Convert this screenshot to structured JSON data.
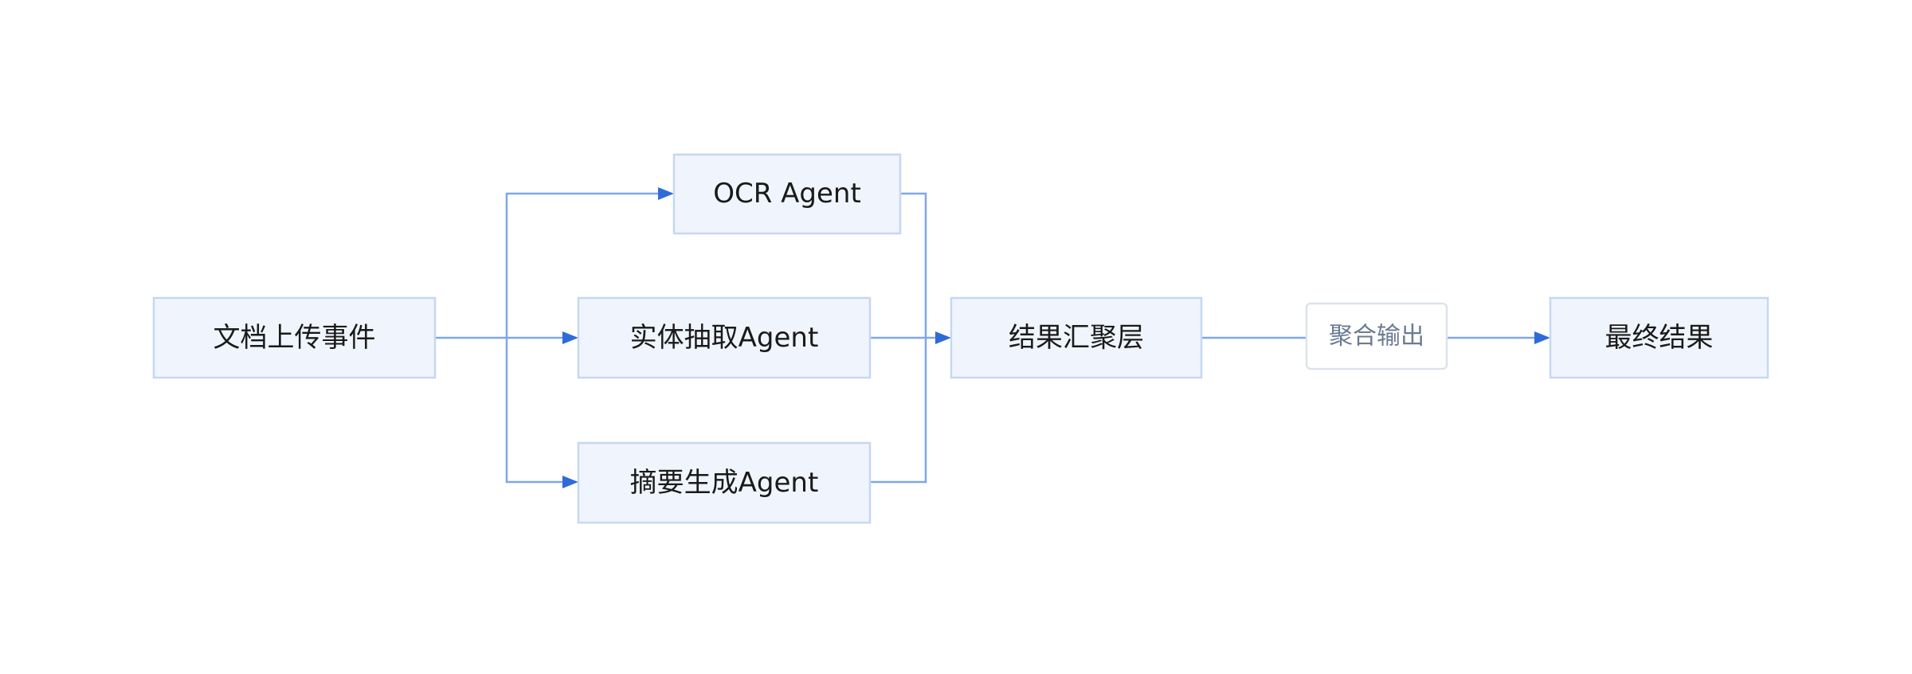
{
  "diagram": {
    "nodes": {
      "upload": "文档上传事件",
      "ocr": "OCR Agent",
      "entity": "实体抽取Agent",
      "summary": "摘要生成Agent",
      "aggregate": "结果汇聚层",
      "final": "最终结果"
    },
    "edge_labels": {
      "aggregate_output": "聚合输出"
    },
    "colors": {
      "node_fill": "#f0f5fd",
      "node_border": "#c6d7f2",
      "edge": "#7fa6ea",
      "arrow": "#2f6bd8",
      "label_text": "#6b7b93"
    }
  }
}
